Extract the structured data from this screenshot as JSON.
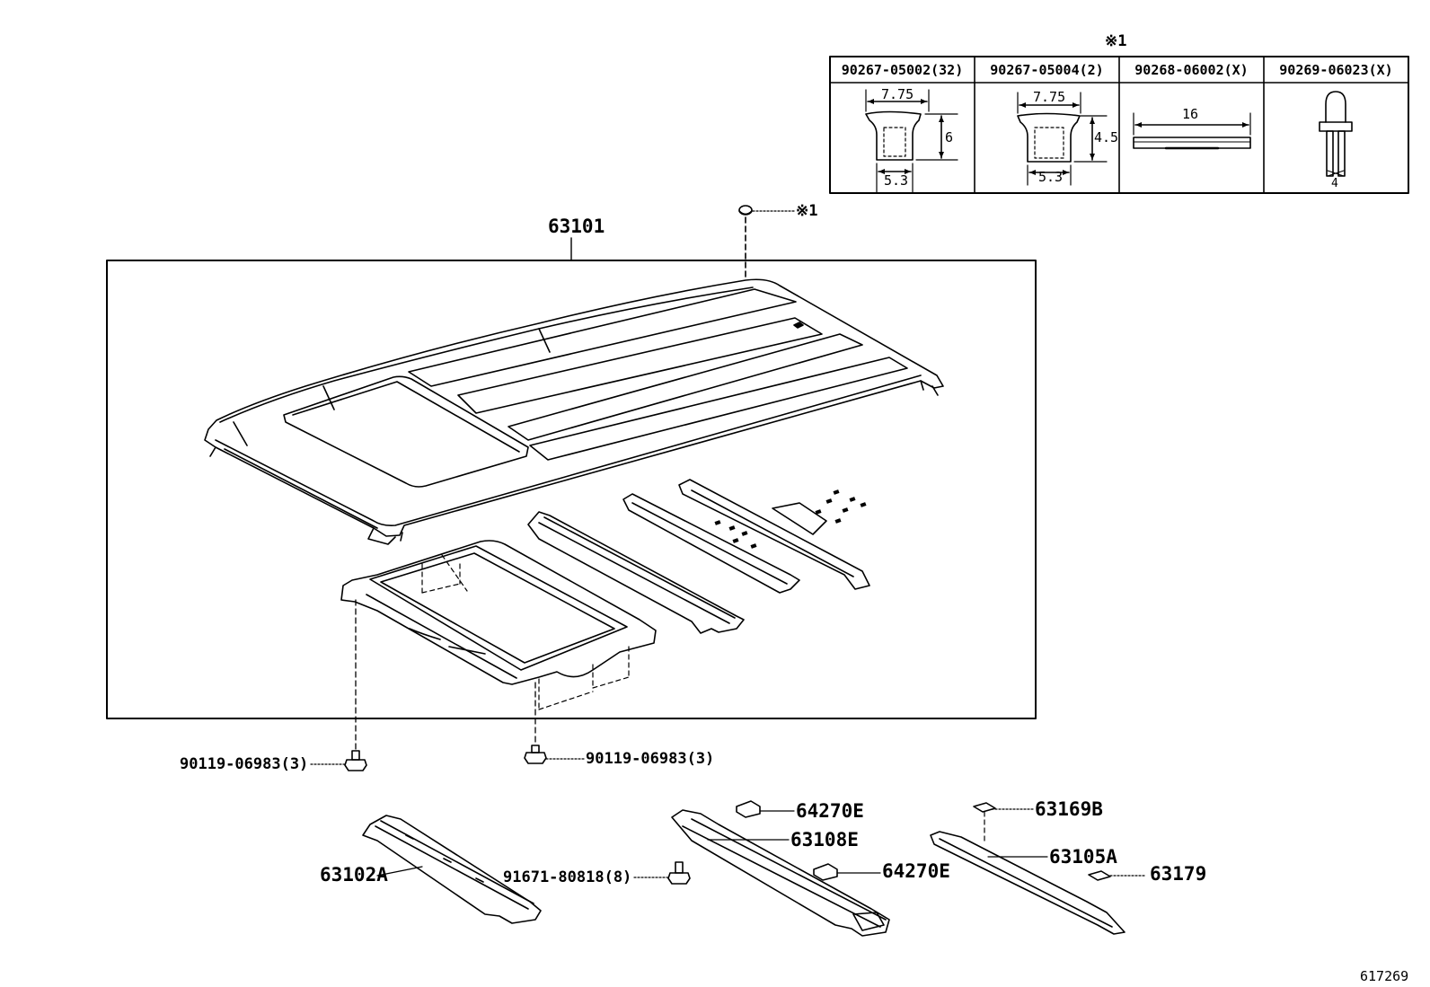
{
  "main_part_number": "63101",
  "note_marker": "※1",
  "hardware_table": {
    "title": "※1",
    "columns": [
      {
        "part_number": "90267-05002(32)",
        "dims": [
          "7.75",
          "6",
          "5.3"
        ]
      },
      {
        "part_number": "90267-05004(2)",
        "dims": [
          "7.75",
          "4.5",
          "5.3"
        ]
      },
      {
        "part_number": "90268-06002(X)",
        "dims": [
          "16"
        ]
      },
      {
        "part_number": "90269-06023(X)",
        "dims": [
          "4"
        ]
      }
    ]
  },
  "callouts": {
    "bolt_left": "90119-06983(3)",
    "bolt_right": "90119-06983(3)",
    "rail_front": "63102A",
    "bolt_rail": "91671-80818(8)",
    "bracket_upper": "64270E",
    "rail_center": "63108E",
    "bracket_lower": "64270E",
    "pad_upper": "63169B",
    "rail_rear": "63105A",
    "pad_lower": "63179"
  },
  "diagram_id": "617269"
}
